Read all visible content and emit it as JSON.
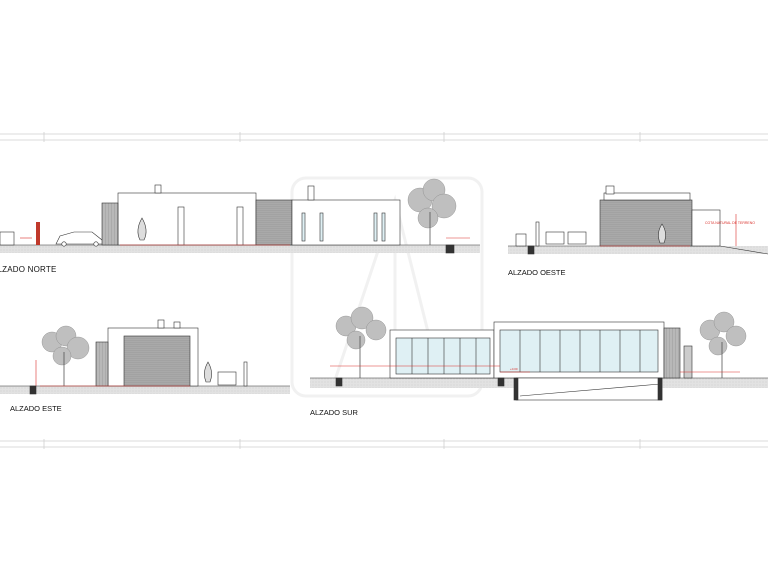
{
  "elevations": [
    {
      "id": "norte",
      "title": "ALZADO NORTE"
    },
    {
      "id": "oeste",
      "title": "ALZADO OESTE"
    },
    {
      "id": "este",
      "title": "ALZADO ESTE"
    },
    {
      "id": "sur",
      "title": "ALZADO SUR"
    }
  ],
  "annotations": {
    "terrain_note": "COTA NATURAL DE TERRENO",
    "level_mark": "+0.00"
  },
  "colors": {
    "line": "#333333",
    "dimension": "#d9302b",
    "wall": "#ffffff",
    "panel": "#9a9a9a",
    "glazing": "#dff0f4",
    "ground": "#d6d6d6",
    "tree": "#bbbbbb"
  },
  "watermark": "A"
}
